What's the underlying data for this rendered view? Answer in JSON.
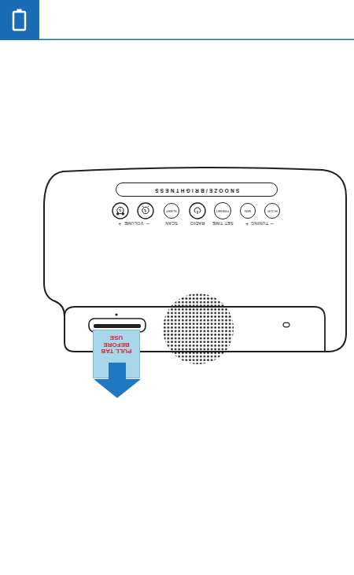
{
  "diagram": {
    "nodes": [
      {
        "text": [
          "SNOOZE/BRIGHTNESS"
        ]
      },
      {
        "text": [
          "SLEEP"
        ]
      },
      {
        "text": [
          "PRESET"
        ]
      },
      {
        "text": [
          "MIN"
        ]
      },
      {
        "text": [
          "HOUR"
        ]
      },
      {
        "text": [
          "PULL TAB BEFORE USE"
        ]
      }
    ],
    "labels": [
      "+",
      "VOLUME",
      "−",
      "SCAN",
      "RADIO",
      "SET TIME",
      "+",
      "TUNING",
      "−"
    ]
  }
}
